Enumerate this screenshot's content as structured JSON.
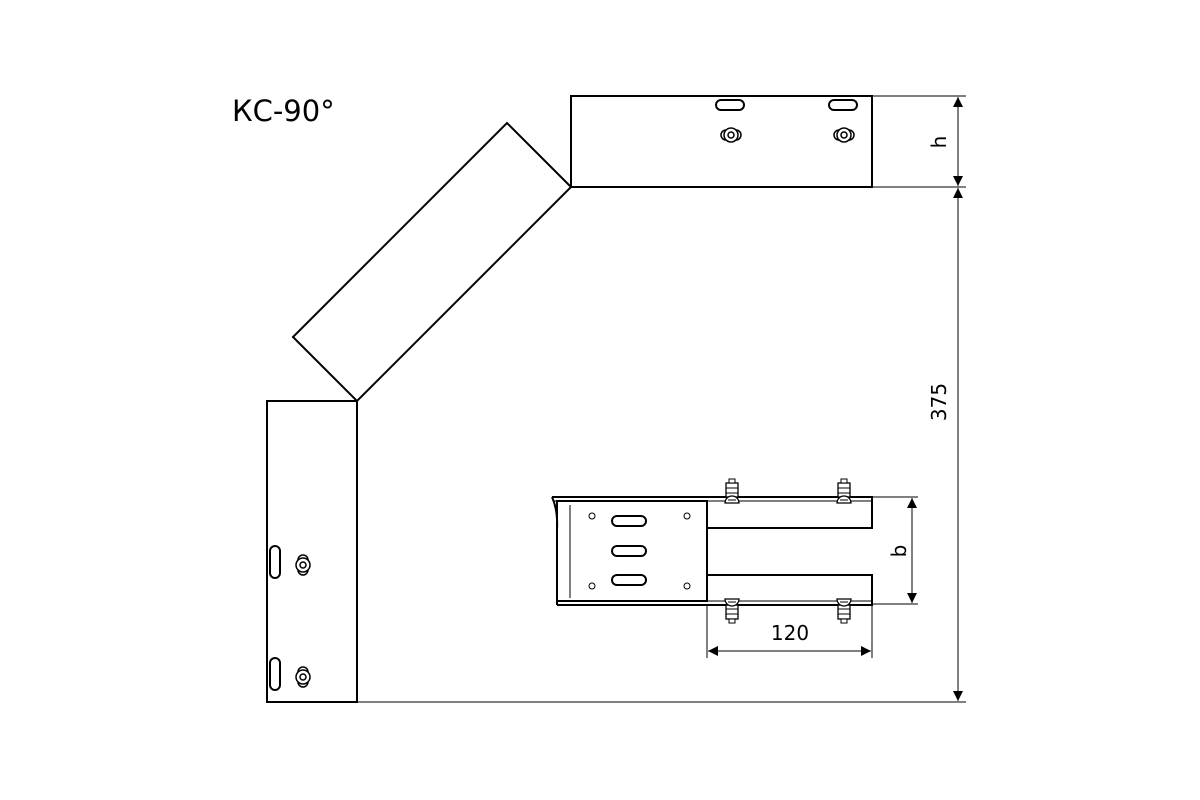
{
  "title": "КС-90°",
  "dimensions": {
    "height_label": "h",
    "length_label": "375",
    "width_label": "b",
    "overlap_label": "120"
  },
  "colors": {
    "line": "#000000",
    "background": "#ffffff"
  }
}
